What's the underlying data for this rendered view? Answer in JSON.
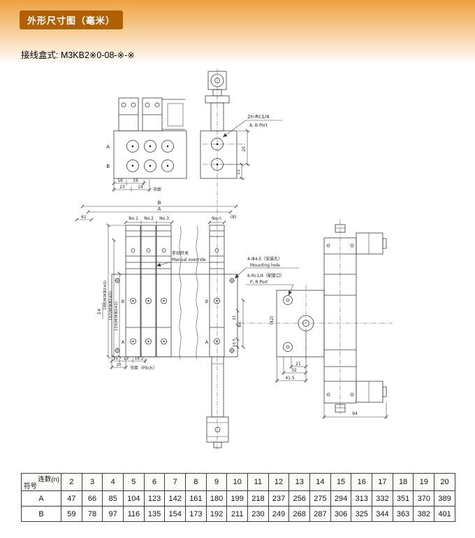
{
  "page": {
    "title": "外形尺寸图（毫米）",
    "subtitle": "接线盒式: M3KB2※0-08-※-※"
  },
  "drawing": {
    "labels": {
      "port_note": "2n-Rc1/4",
      "port_note_sub": "A, B Port",
      "dim20": "20",
      "dim11": "11",
      "row_a": "A",
      "row_b": "B",
      "dim16": "16",
      "dim19a": "19",
      "dim23": "23",
      "dim19b": "19",
      "pitch_top": "节距",
      "dimB": "B",
      "dimA": "A",
      "dim61": "61",
      "dim8": "(8)",
      "st1": "No.1",
      "st2": "No.2",
      "st3": "No.3",
      "stn": "No.n",
      "manual_cn": "手动开关",
      "manual_en": "Manual override",
      "h5": "5※",
      "h188": "188(M3KB2※0)",
      "h167": "167(M3KB2※0)",
      "h119": "119(M3KB2※0)",
      "base_b1": "B",
      "base_a1": "A",
      "base_b2": "B",
      "base_a2": "A",
      "mount_cn": "4-Φ4.5（安装孔）",
      "mount_en": "Mounting hole",
      "pr_cn": "6-Rc1/4（配管口）",
      "pr_en": "P, R Port",
      "side21": "21",
      "side64": "64",
      "side105": "10.5",
      "side42": "(42)",
      "sv21": "21",
      "sv32": "32",
      "sv415": "41.5",
      "dim94": "94",
      "bot11": "11",
      "bot19": "19",
      "bot182": "18.2",
      "bot20": "20",
      "bot_pitch": "节距（Pitch）"
    }
  },
  "table": {
    "corner_top": "连数(n)",
    "corner_bottom": "符号",
    "columns": [
      "2",
      "3",
      "4",
      "5",
      "6",
      "7",
      "8",
      "9",
      "10",
      "11",
      "12",
      "13",
      "14",
      "15",
      "16",
      "17",
      "18",
      "19",
      "20"
    ],
    "rowA": {
      "label": "A",
      "values": [
        "47",
        "66",
        "85",
        "104",
        "123",
        "142",
        "161",
        "180",
        "199",
        "218",
        "237",
        "256",
        "275",
        "294",
        "313",
        "332",
        "351",
        "370",
        "389"
      ]
    },
    "rowB": {
      "label": "B",
      "values": [
        "59",
        "78",
        "97",
        "116",
        "135",
        "154",
        "173",
        "192",
        "211",
        "230",
        "249",
        "268",
        "287",
        "306",
        "325",
        "344",
        "363",
        "382",
        "401"
      ]
    }
  }
}
